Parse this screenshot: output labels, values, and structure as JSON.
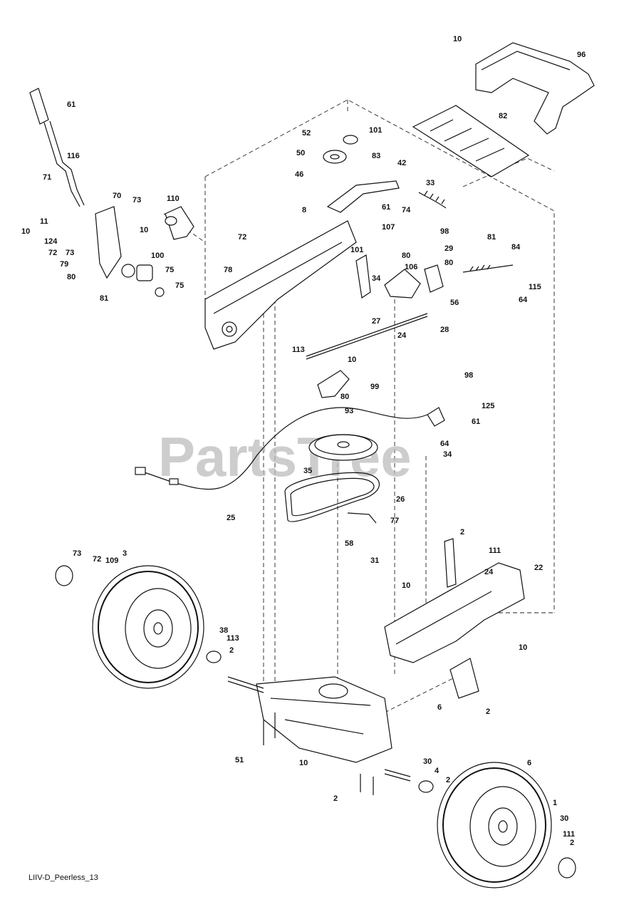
{
  "watermark": "PartsTree",
  "reference_code": "LIIV-D_Peerless_13",
  "callouts": [
    "10",
    "96",
    "82",
    "101",
    "52",
    "83",
    "50",
    "42",
    "46",
    "33",
    "61",
    "74",
    "107",
    "101",
    "98",
    "29",
    "80",
    "80",
    "81",
    "84",
    "115",
    "64",
    "34",
    "106",
    "56",
    "28",
    "27",
    "24",
    "61",
    "116",
    "70",
    "71",
    "110",
    "73",
    "11",
    "10",
    "10",
    "124",
    "72",
    "73",
    "79",
    "80",
    "81",
    "100",
    "75",
    "75",
    "78",
    "72",
    "8",
    "113",
    "10",
    "99",
    "80",
    "98",
    "125",
    "61",
    "64",
    "34",
    "93",
    "35",
    "26",
    "25",
    "77",
    "58",
    "31",
    "73",
    "72",
    "109",
    "3",
    "2",
    "111",
    "24",
    "22",
    "10",
    "10",
    "38",
    "113",
    "2",
    "6",
    "2",
    "51",
    "10",
    "30",
    "4",
    "2",
    "6",
    "2",
    "1",
    "30",
    "111",
    "2",
    "3",
    "109"
  ]
}
